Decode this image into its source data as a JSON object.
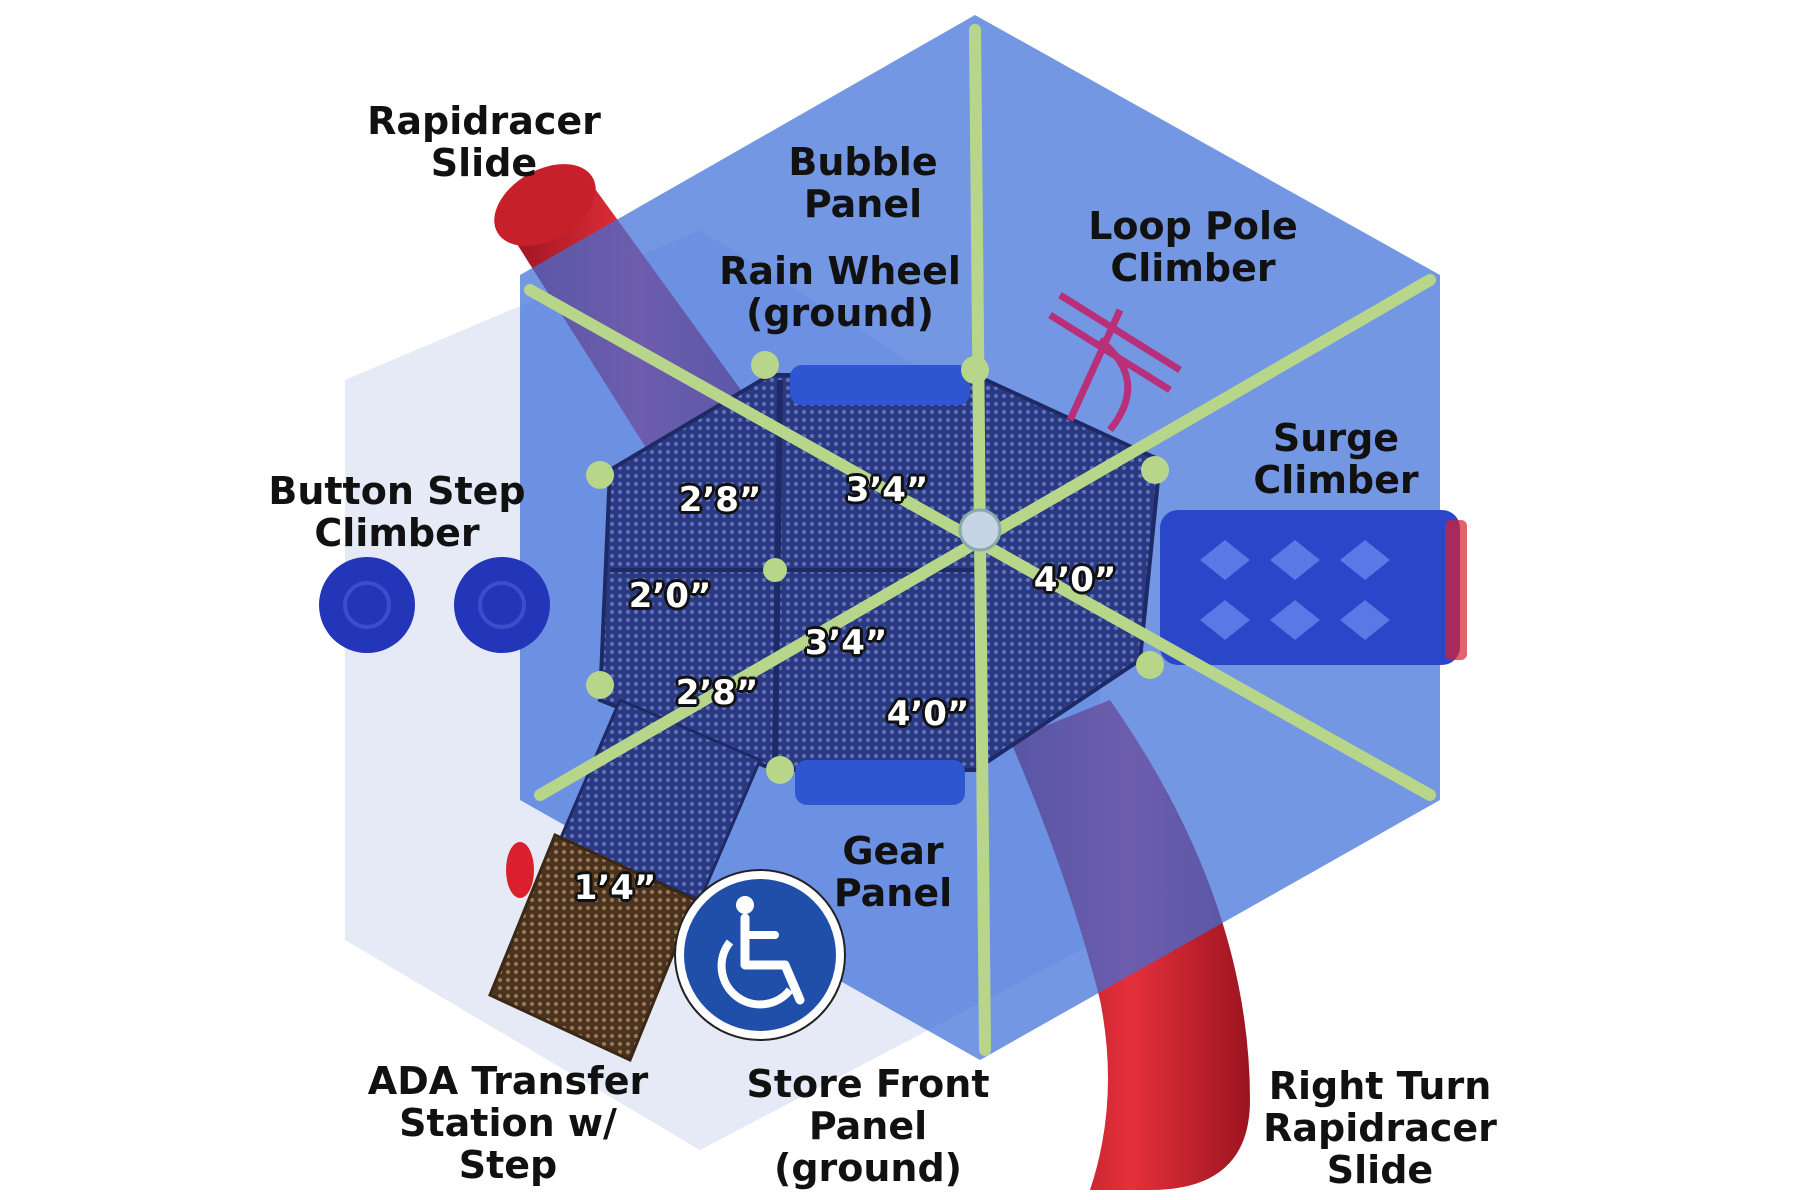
{
  "colors": {
    "hexagon": "#4f7ce0",
    "ghost_hexagon": "#dce3f3",
    "deck": "#2f3f86",
    "frame_posts": "#b8d68a",
    "slide_red": "#d9202c",
    "climber_blue": "#2a47c9",
    "roof_blue": "#2f56d0",
    "ada_step": "#6b4a2b",
    "accessibility_badge": "#1f4fa8"
  },
  "labels": {
    "rapidracer_slide": [
      "Rapidracer",
      "Slide"
    ],
    "bubble_panel": [
      "Bubble",
      "Panel"
    ],
    "loop_pole_climber": [
      "Loop Pole",
      "Climber"
    ],
    "rain_wheel": [
      "Rain Wheel",
      "(ground)"
    ],
    "surge_climber": [
      "Surge",
      "Climber"
    ],
    "button_step_climber": [
      "Button Step",
      "Climber"
    ],
    "gear_panel": [
      "Gear",
      "Panel"
    ],
    "ada_transfer_station": [
      "ADA Transfer",
      "Station w/",
      "Step"
    ],
    "store_front_panel": [
      "Store Front",
      "Panel",
      "(ground)"
    ],
    "right_turn_rapidracer_slide": [
      "Right Turn",
      "Rapidracer",
      "Slide"
    ]
  },
  "dimensions": {
    "deck_top_left": "2’8”",
    "deck_top_right": "3’4”",
    "deck_left": "2’0”",
    "deck_right": "4’0”",
    "deck_center": "3’4”",
    "deck_bottom_left": "2’8”",
    "deck_bottom_right": "4’0”",
    "ada_step": "1’4”"
  },
  "icons": {
    "accessibility": "wheelchair-icon"
  }
}
